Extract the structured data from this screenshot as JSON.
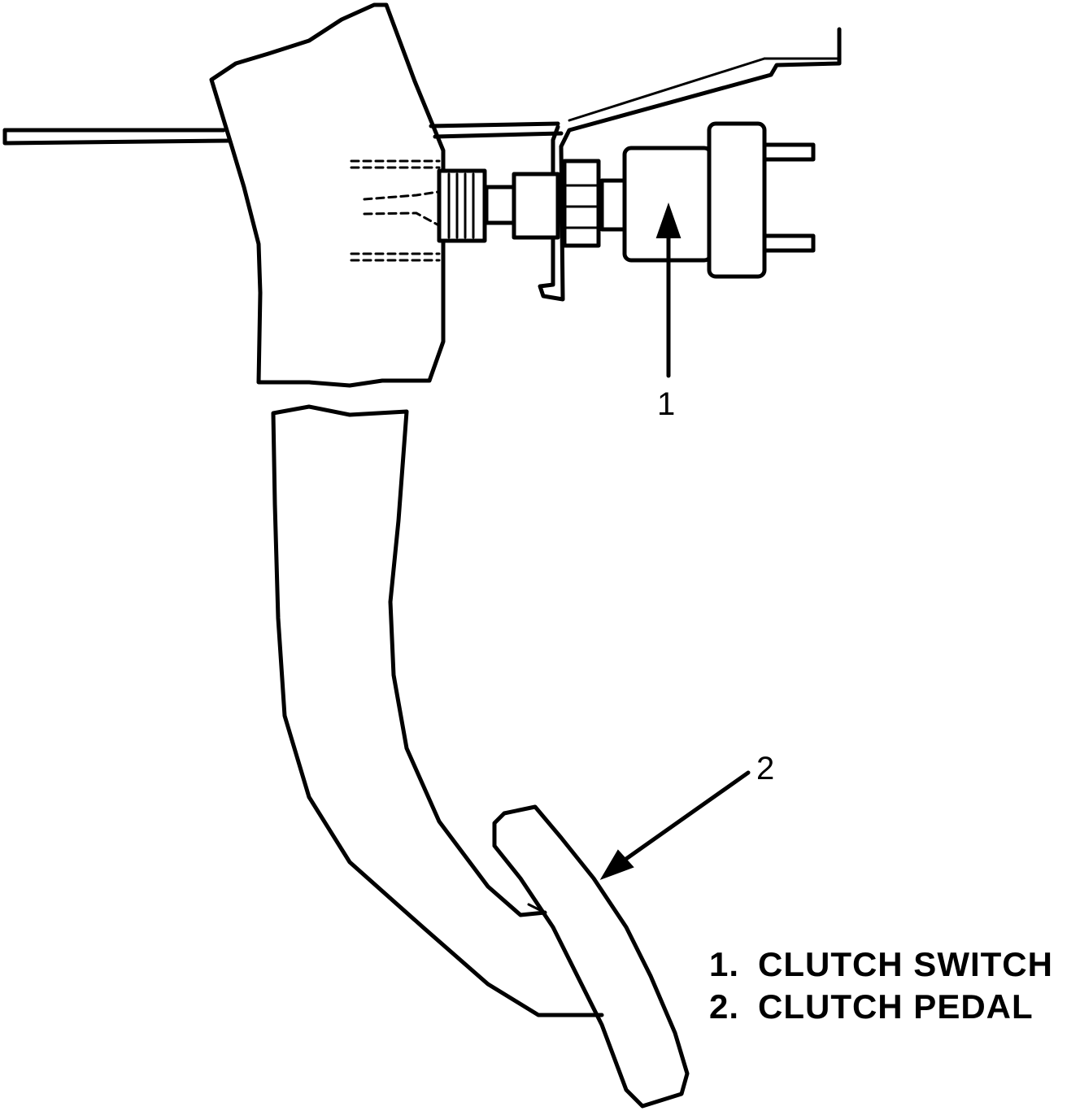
{
  "callouts": {
    "c1": "1",
    "c2": "2"
  },
  "legend": {
    "items": [
      {
        "number": "1.",
        "label": "CLUTCH SWITCH"
      },
      {
        "number": "2.",
        "label": "CLUTCH PEDAL"
      }
    ]
  }
}
